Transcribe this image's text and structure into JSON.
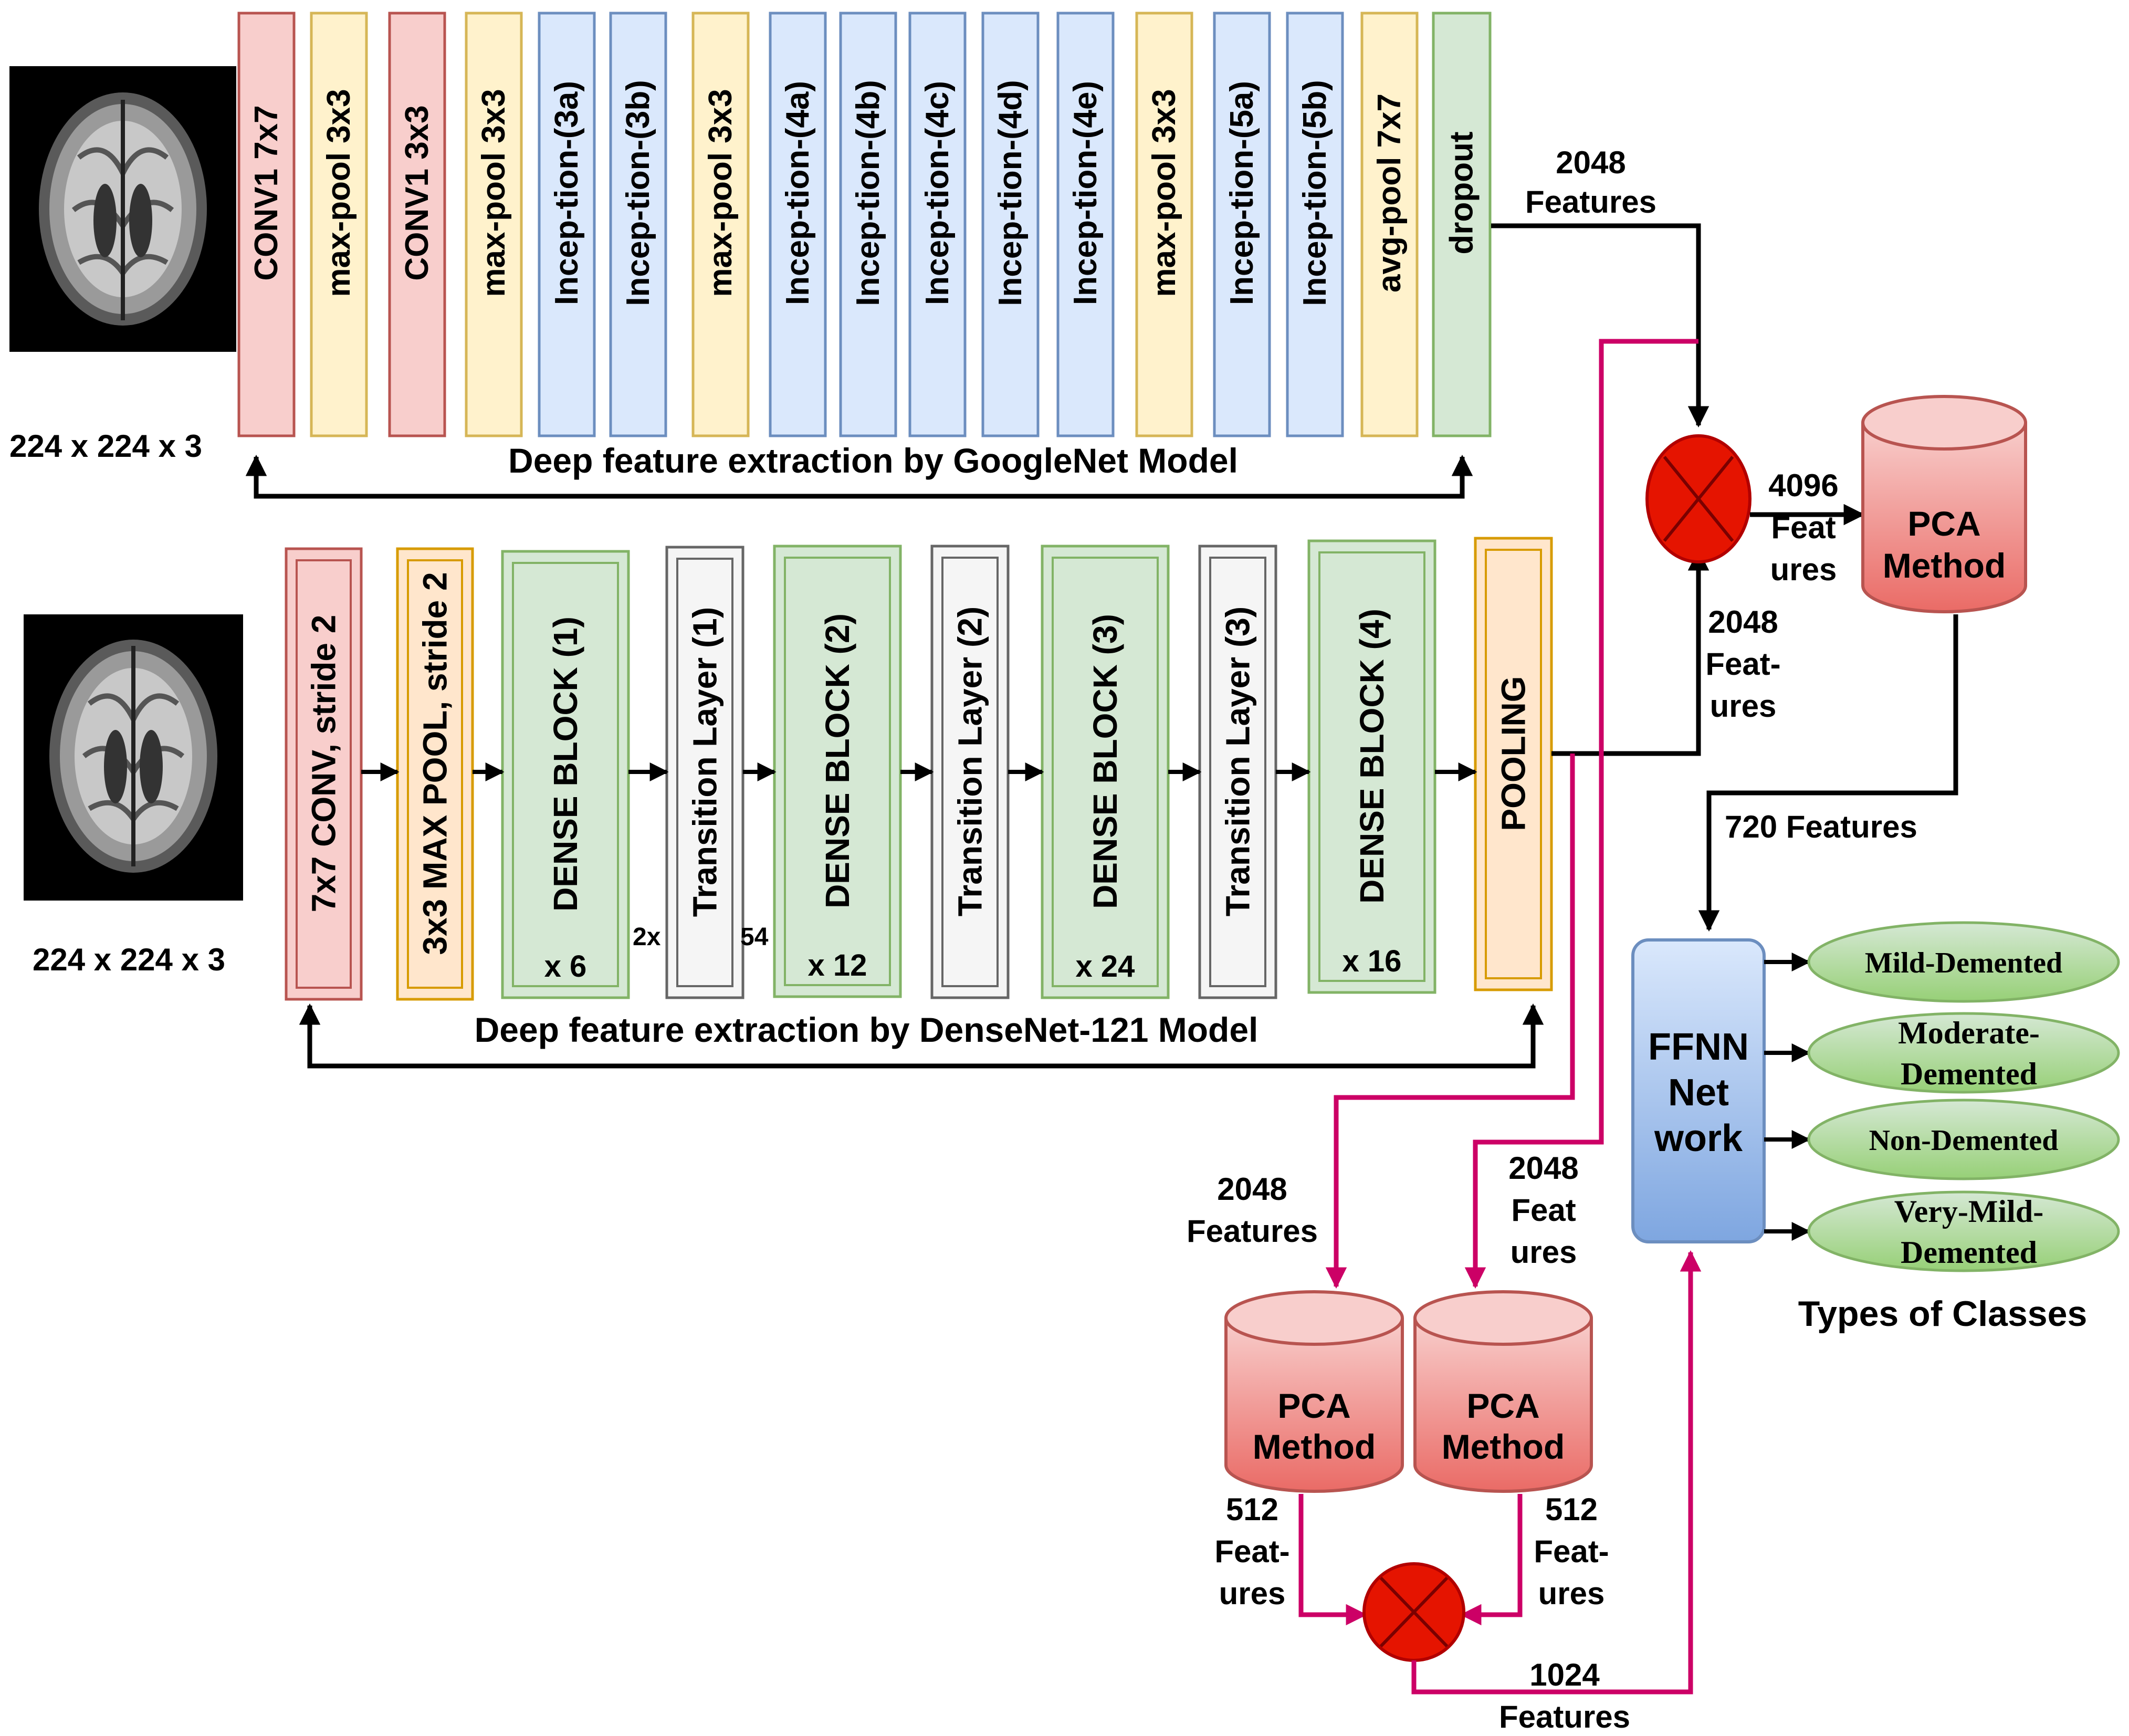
{
  "googlenet": {
    "input_size": "224 x 224 x 3",
    "title": "Deep feature extraction by GoogleNet Model",
    "layers": [
      {
        "label": "CONV1 7x7",
        "color": "#f8cecc"
      },
      {
        "label": "max-pool 3x3",
        "color": "#fff2cc"
      },
      {
        "label": "CONV1 3x3",
        "color": "#f8cecc"
      },
      {
        "label": "max-pool 3x3",
        "color": "#fff2cc"
      },
      {
        "label": "Incep-tion-(3a)",
        "color": "#dae8fc"
      },
      {
        "label": "Incep-tion-(3b)",
        "color": "#dae8fc"
      },
      {
        "label": "max-pool 3x3",
        "color": "#fff2cc"
      },
      {
        "label": "Incep-tion-(4a)",
        "color": "#dae8fc"
      },
      {
        "label": "Incep-tion-(4b)",
        "color": "#dae8fc"
      },
      {
        "label": "Incep-tion-(4c)",
        "color": "#dae8fc"
      },
      {
        "label": "Incep-tion-(4d)",
        "color": "#dae8fc"
      },
      {
        "label": "Incep-tion-(4e)",
        "color": "#dae8fc"
      },
      {
        "label": "max-pool 3x3",
        "color": "#fff2cc"
      },
      {
        "label": "Incep-tion-(5a)",
        "color": "#dae8fc"
      },
      {
        "label": "Incep-tion-(5b)",
        "color": "#dae8fc"
      },
      {
        "label": "avg-pool 7x7",
        "color": "#fff2cc"
      },
      {
        "label": "dropout",
        "color": "#d5e8d4"
      }
    ]
  },
  "densenet": {
    "input_size": "224 x 224 x 3",
    "title": "Deep feature extraction by DenseNet-121 Model",
    "blocks": [
      {
        "label": "7x7 CONV, stride 2",
        "sub": ""
      },
      {
        "label": "3x3 MAX POOL, stride 2",
        "sub": ""
      },
      {
        "label": "DENSE BLOCK (1)",
        "sub": "x 6"
      },
      {
        "label": "Transition Layer (1)",
        "sub": ""
      },
      {
        "label": "DENSE BLOCK (2)",
        "sub": "x 12"
      },
      {
        "label": "Transition Layer (2)",
        "sub": ""
      },
      {
        "label": "DENSE BLOCK (3)",
        "sub": "x 24"
      },
      {
        "label": "Transition Layer (3)",
        "sub": ""
      },
      {
        "label": "DENSE BLOCK (4)",
        "sub": "x 16"
      },
      {
        "label": "POOLING",
        "sub": ""
      }
    ],
    "overlap_text_left": "2x",
    "overlap_text_right": "54"
  },
  "fusion": {
    "googlenet_out": "2048 Features",
    "densenet_out": [
      "2048",
      "Feat-",
      "ures"
    ],
    "fused": [
      "4096",
      "Feat",
      "ures"
    ],
    "pca_label": [
      "PCA",
      "Method"
    ],
    "pca_out": "720 Features"
  },
  "lower": {
    "left_in": [
      "2048",
      "Features"
    ],
    "right_in": [
      "2048",
      "Feat",
      "ures"
    ],
    "pca_left": [
      "PCA",
      "Method"
    ],
    "pca_right": [
      "PCA",
      "Method"
    ],
    "left_out": [
      "512",
      "Feat-",
      "ures"
    ],
    "right_out": [
      "512",
      "Feat-",
      "ures"
    ],
    "fused": [
      "1024",
      "Features"
    ]
  },
  "classifier": {
    "label": [
      "FFNN",
      "Net",
      "work"
    ],
    "classes": [
      {
        "lines": [
          "Mild-Demented"
        ]
      },
      {
        "lines": [
          "Moderate-",
          "Demented"
        ]
      },
      {
        "lines": [
          "Non-Demented"
        ]
      },
      {
        "lines": [
          "Very-Mild-",
          "Demented"
        ]
      }
    ],
    "classes_title": "Types of Classes"
  },
  "colors": {
    "pink_stroke": "#b85450",
    "yellow_stroke": "#d6b656",
    "blue_stroke": "#6c8ebf",
    "green_stroke": "#82b366",
    "orange_stroke": "#d79b00",
    "magenta": "#cc0066",
    "node_red": "#e51400",
    "ellipse_fill": "#a8dc8c"
  }
}
